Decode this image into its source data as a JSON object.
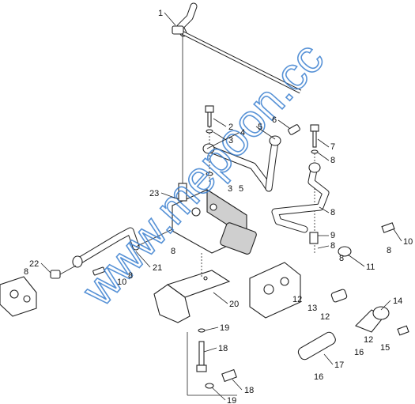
{
  "diagram": {
    "callouts": [
      {
        "id": "c1",
        "text": "1"
      },
      {
        "id": "c2",
        "text": "2"
      },
      {
        "id": "c3a",
        "text": "3"
      },
      {
        "id": "c4",
        "text": "4"
      },
      {
        "id": "c5a",
        "text": "5"
      },
      {
        "id": "c6",
        "text": "6"
      },
      {
        "id": "c7",
        "text": "7"
      },
      {
        "id": "c8a",
        "text": "8"
      },
      {
        "id": "c3b",
        "text": "3"
      },
      {
        "id": "c5b",
        "text": "5"
      },
      {
        "id": "c23",
        "text": "23"
      },
      {
        "id": "c8b",
        "text": "8"
      },
      {
        "id": "c9",
        "text": "9"
      },
      {
        "id": "c8c",
        "text": "8"
      },
      {
        "id": "c10a",
        "text": "10"
      },
      {
        "id": "c8d",
        "text": "8"
      },
      {
        "id": "c8e",
        "text": "8"
      },
      {
        "id": "c11",
        "text": "11"
      },
      {
        "id": "c22",
        "text": "22"
      },
      {
        "id": "c8f",
        "text": "8"
      },
      {
        "id": "c21",
        "text": "21"
      },
      {
        "id": "c8g",
        "text": "8"
      },
      {
        "id": "c10b",
        "text": "10"
      },
      {
        "id": "c8h",
        "text": "8"
      },
      {
        "id": "c12a",
        "text": "12"
      },
      {
        "id": "c20",
        "text": "20"
      },
      {
        "id": "c13",
        "text": "13"
      },
      {
        "id": "c14",
        "text": "14"
      },
      {
        "id": "c12b",
        "text": "12"
      },
      {
        "id": "c19a",
        "text": "19"
      },
      {
        "id": "c16a",
        "text": "16"
      },
      {
        "id": "c12c",
        "text": "12"
      },
      {
        "id": "c15",
        "text": "15"
      },
      {
        "id": "c18a",
        "text": "18"
      },
      {
        "id": "c17",
        "text": "17"
      },
      {
        "id": "c16b",
        "text": "16"
      },
      {
        "id": "c18b",
        "text": "18"
      },
      {
        "id": "c19b",
        "text": "19"
      }
    ]
  },
  "watermark": {
    "text": "www.mepoon.cc",
    "color": "#3a7fd0"
  }
}
